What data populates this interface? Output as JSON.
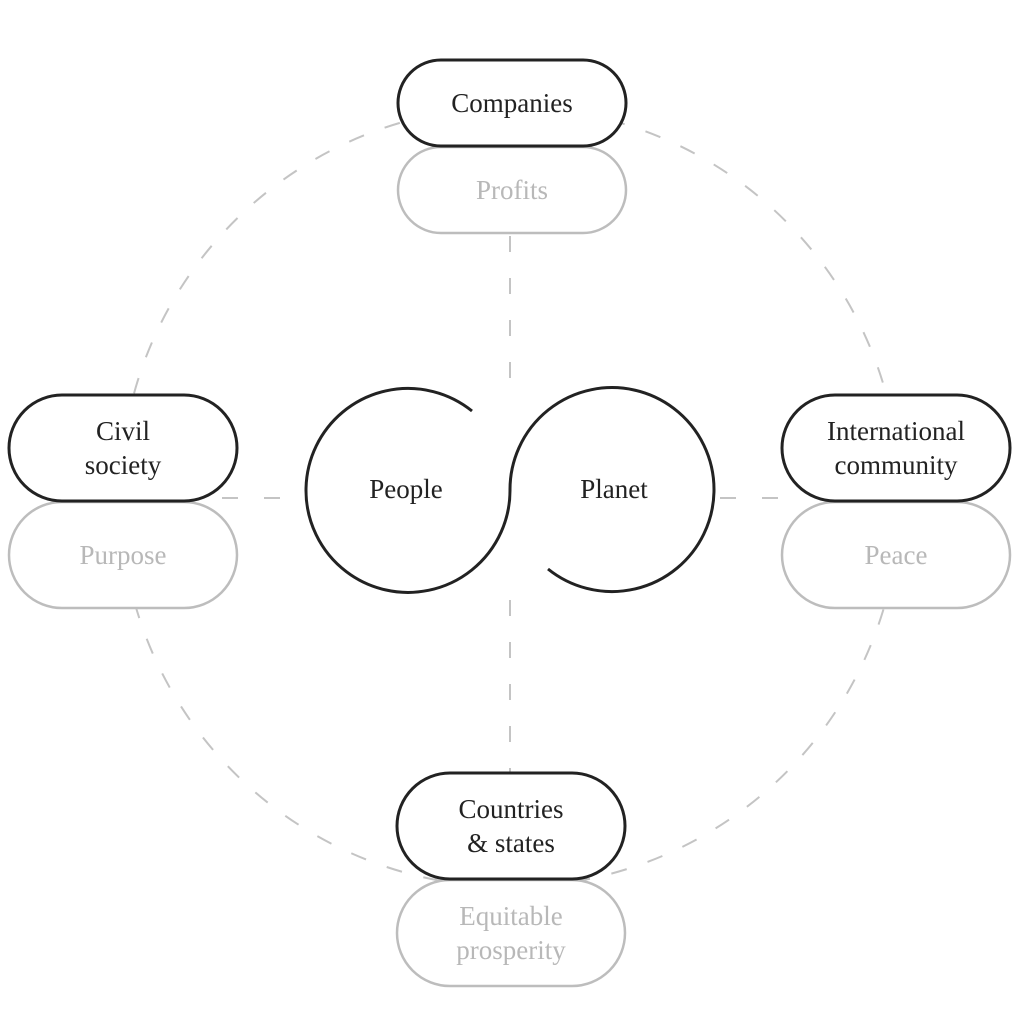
{
  "diagram": {
    "center": {
      "left": "People",
      "right": "Planet"
    },
    "nodes": [
      {
        "id": "top",
        "actor": [
          "Companies"
        ],
        "value": [
          "Profits"
        ]
      },
      {
        "id": "left",
        "actor": [
          "Civil",
          "society"
        ],
        "value": [
          "Purpose"
        ]
      },
      {
        "id": "right",
        "actor": [
          "International",
          "community"
        ],
        "value": [
          "Peace"
        ]
      },
      {
        "id": "bottom",
        "actor": [
          "Countries",
          "& states"
        ],
        "value": [
          "Equitable",
          "prosperity"
        ]
      }
    ],
    "colors": {
      "actor_stroke": "#222222",
      "value_stroke": "#bdbdbd",
      "dashed": "#c4c4c4"
    }
  }
}
